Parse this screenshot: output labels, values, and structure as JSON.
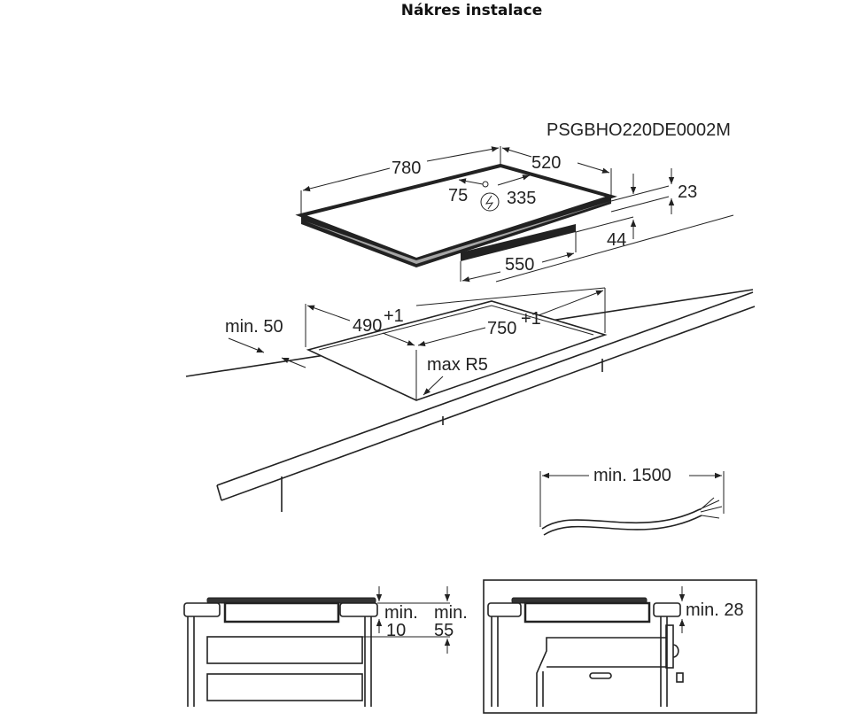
{
  "title": "Nákres instalace",
  "model_code": "PSGBHO220DE0002M",
  "hob_dimensions": {
    "width": "780",
    "depth": "520",
    "conn_left": "75",
    "conn_right": "335",
    "glass_thickness": "23",
    "total_height": "44",
    "body_width": "550"
  },
  "cutout": {
    "min_edge": "min. 50",
    "depth": "490",
    "depth_tol": "+1",
    "width": "750",
    "width_tol": "+1",
    "radius": "max R5"
  },
  "cable": {
    "min_length": "min. 1500"
  },
  "drawer_install": {
    "min_a_label": "min.",
    "min_a_value": "10",
    "min_b_label": "min.",
    "min_b_value": "55"
  },
  "oven_install": {
    "min_label": "min. 28"
  }
}
